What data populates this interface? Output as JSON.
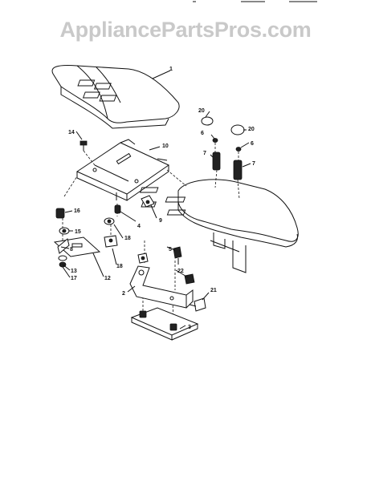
{
  "watermark": "AppliancePartsPros.com",
  "callouts": [
    "1",
    "20",
    "14",
    "10",
    "6",
    "20",
    "6",
    "7",
    "7",
    "16",
    "4",
    "9",
    "15",
    "18",
    "5",
    "22",
    "8",
    "18",
    "12",
    "13",
    "17",
    "2",
    "21",
    "3"
  ]
}
